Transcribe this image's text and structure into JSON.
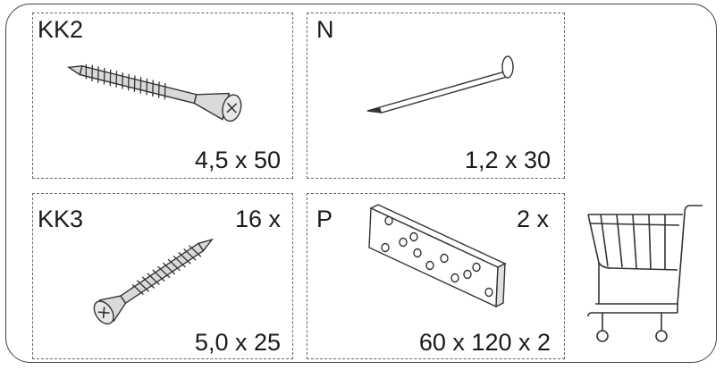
{
  "parts": [
    {
      "code": "KK2",
      "quantity": "",
      "dimensions": "4,5 x 50",
      "icon": "wood-screw-countersunk"
    },
    {
      "code": "N",
      "quantity": "",
      "dimensions": "1,2 x 30",
      "icon": "nail"
    },
    {
      "code": "KK3",
      "quantity": "16 x",
      "dimensions": "5,0 x 25",
      "icon": "wood-screw-countersunk"
    },
    {
      "code": "P",
      "quantity": "2 x",
      "dimensions": "60 x 120 x 2",
      "icon": "perforated-plate"
    }
  ],
  "cart": {
    "icon": "shopping-cart-icon"
  },
  "colors": {
    "outline": "#444444",
    "dashed": "#666666",
    "screw_fill": "#d9d9d9",
    "text": "#1a1a1a"
  }
}
